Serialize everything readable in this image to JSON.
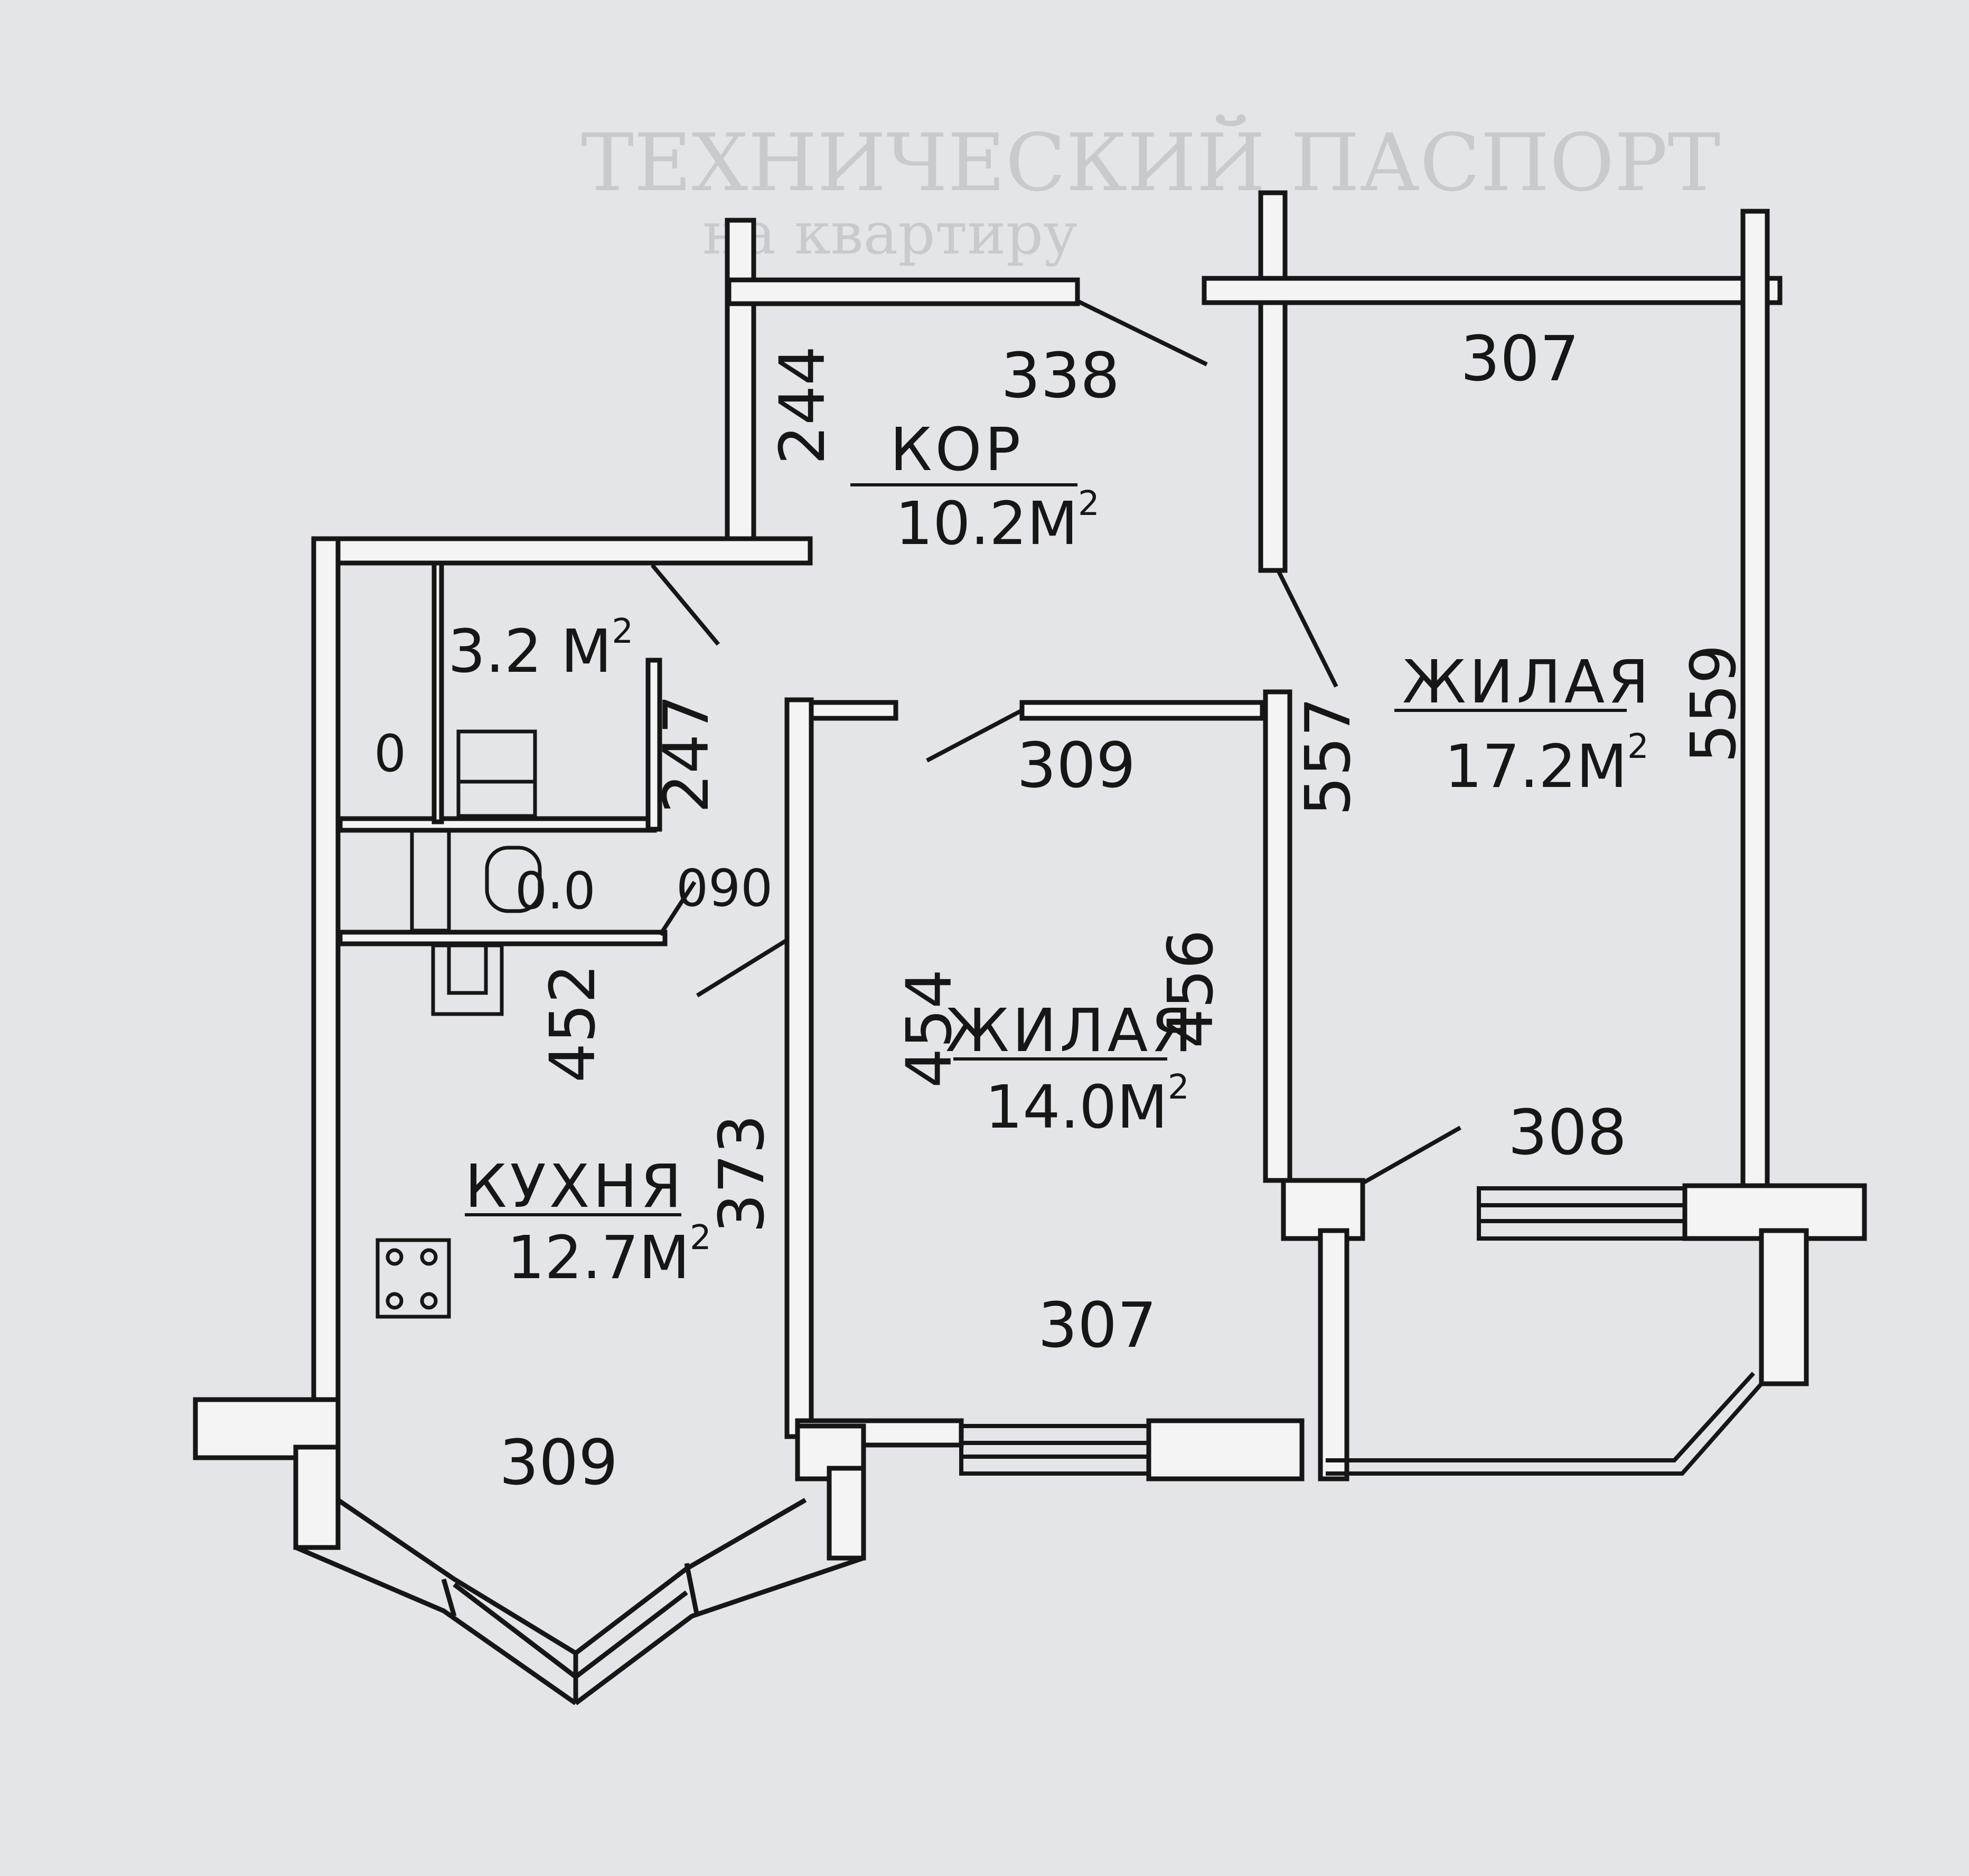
{
  "colors": {
    "paper": "#e4e5e8",
    "wall_fill": "#f4f4f4",
    "ink": "#161616",
    "faded_print": "#c9cace"
  },
  "background_print": {
    "line1": "ТЕХНИЧЕСКИЙ ПАСПОРТ",
    "line2": "на квартиру"
  },
  "rooms": {
    "corridor": {
      "name": "КОР",
      "area": "10.2"
    },
    "bathroom": {
      "area": "3.2"
    },
    "kitchen": {
      "name": "КУХНЯ",
      "area": "12.7"
    },
    "living_middle": {
      "name": "ЖИЛАЯ",
      "area": "14.0"
    },
    "living_right": {
      "name": "ЖИЛАЯ",
      "area": "17.2"
    }
  },
  "area_unit": "М",
  "area_superscript": "2",
  "dimensions": {
    "corridor_left": "244",
    "corridor_top": "338",
    "right_room_top": "307",
    "right_room_right": "559",
    "right_room_left": "557",
    "bath_right": "247",
    "wc_door": "090",
    "wc_label": "0.0",
    "bath_marker": "0",
    "kitchen_upper": "452",
    "kitchen_right": "373",
    "kitchen_bottom": "309",
    "middle_top": "309",
    "middle_left": "454",
    "middle_right": "456",
    "middle_bottom": "307",
    "balcony": "308"
  }
}
